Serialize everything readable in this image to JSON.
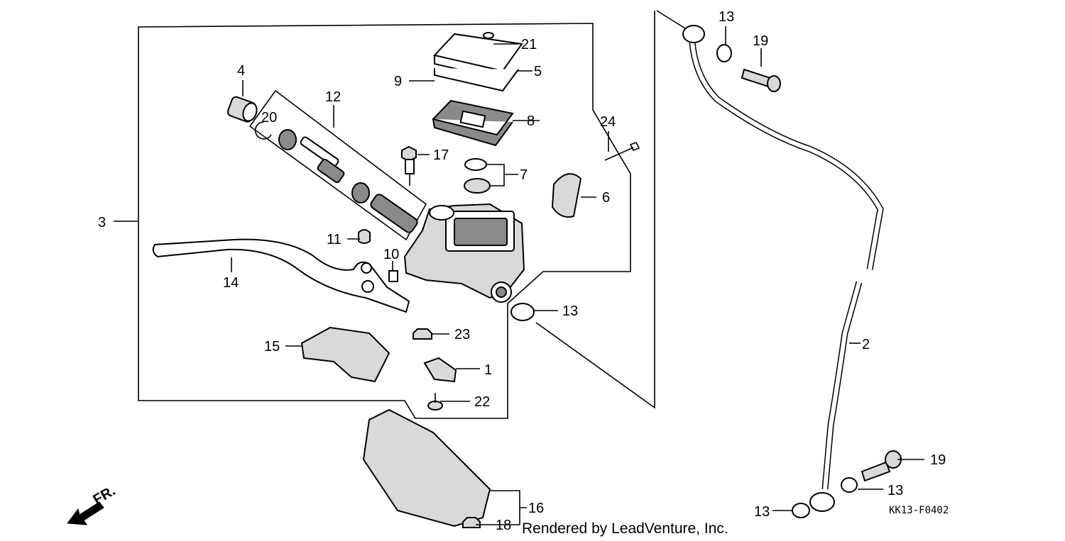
{
  "diagram": {
    "code": "KK13-F0402",
    "credit": "Rendered by LeadVenture, Inc.",
    "direction_label": "FR.",
    "callouts": [
      {
        "id": "c1",
        "label": "1"
      },
      {
        "id": "c2",
        "label": "2"
      },
      {
        "id": "c3",
        "label": "3"
      },
      {
        "id": "c4",
        "label": "4"
      },
      {
        "id": "c5",
        "label": "5"
      },
      {
        "id": "c6",
        "label": "6"
      },
      {
        "id": "c7",
        "label": "7"
      },
      {
        "id": "c8",
        "label": "8"
      },
      {
        "id": "c9",
        "label": "9"
      },
      {
        "id": "c10",
        "label": "10"
      },
      {
        "id": "c11",
        "label": "11"
      },
      {
        "id": "c12",
        "label": "12"
      },
      {
        "id": "c13a",
        "label": "13"
      },
      {
        "id": "c13b",
        "label": "13"
      },
      {
        "id": "c13c",
        "label": "13"
      },
      {
        "id": "c13d",
        "label": "13"
      },
      {
        "id": "c14",
        "label": "14"
      },
      {
        "id": "c15",
        "label": "15"
      },
      {
        "id": "c16",
        "label": "16"
      },
      {
        "id": "c17",
        "label": "17"
      },
      {
        "id": "c18",
        "label": "18"
      },
      {
        "id": "c19a",
        "label": "19"
      },
      {
        "id": "c19b",
        "label": "19"
      },
      {
        "id": "c20",
        "label": "20"
      },
      {
        "id": "c21",
        "label": "21"
      },
      {
        "id": "c22",
        "label": "22"
      },
      {
        "id": "c23",
        "label": "23"
      },
      {
        "id": "c24",
        "label": "24"
      }
    ]
  }
}
